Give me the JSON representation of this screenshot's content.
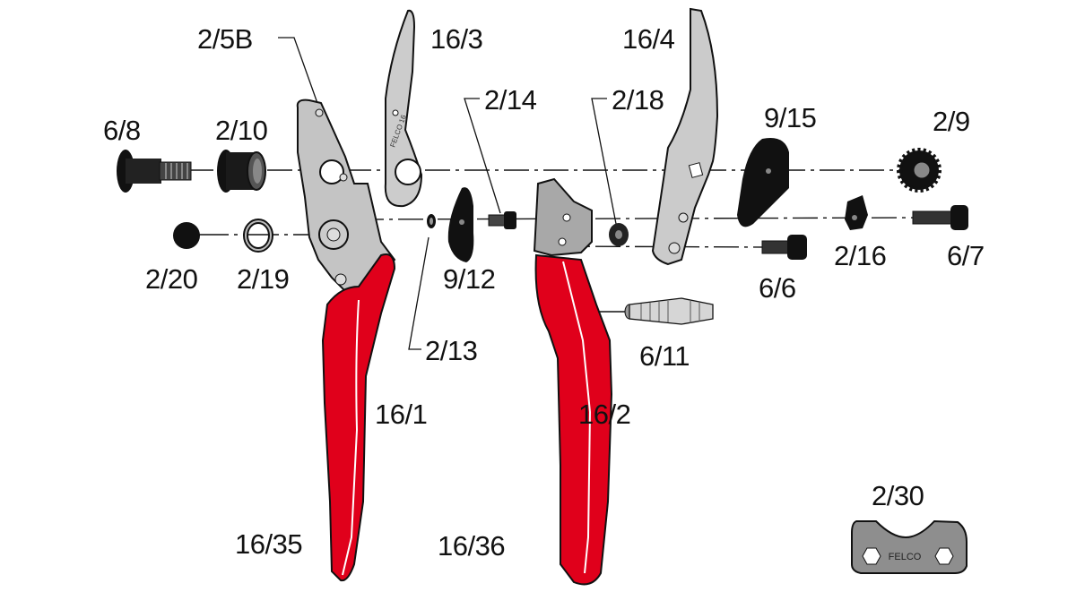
{
  "diagram": {
    "type": "exploded-parts-diagram",
    "colors": {
      "handle_red": "#e0001b",
      "metal_light": "#c8c8c8",
      "metal_mid": "#a9a9a9",
      "part_black": "#111111",
      "line": "#111111",
      "background": "#ffffff"
    },
    "parts": [
      {
        "id": "2/5B",
        "label": "2/5B"
      },
      {
        "id": "16/3",
        "label": "16/3"
      },
      {
        "id": "16/4",
        "label": "16/4"
      },
      {
        "id": "2/14",
        "label": "2/14"
      },
      {
        "id": "2/18",
        "label": "2/18"
      },
      {
        "id": "9/15",
        "label": "9/15"
      },
      {
        "id": "2/9",
        "label": "2/9"
      },
      {
        "id": "6/8",
        "label": "6/8"
      },
      {
        "id": "2/10",
        "label": "2/10"
      },
      {
        "id": "2/20",
        "label": "2/20"
      },
      {
        "id": "2/19",
        "label": "2/19"
      },
      {
        "id": "9/12",
        "label": "9/12"
      },
      {
        "id": "2/16",
        "label": "2/16"
      },
      {
        "id": "6/7",
        "label": "6/7"
      },
      {
        "id": "6/6",
        "label": "6/6"
      },
      {
        "id": "2/13",
        "label": "2/13"
      },
      {
        "id": "6/11",
        "label": "6/11"
      },
      {
        "id": "16/1",
        "label": "16/1"
      },
      {
        "id": "16/2",
        "label": "16/2"
      },
      {
        "id": "16/35",
        "label": "16/35"
      },
      {
        "id": "16/36",
        "label": "16/36"
      },
      {
        "id": "2/30",
        "label": "2/30"
      }
    ],
    "wrench_brand": "FELCO",
    "blade_stamp": "FELCO 16"
  }
}
